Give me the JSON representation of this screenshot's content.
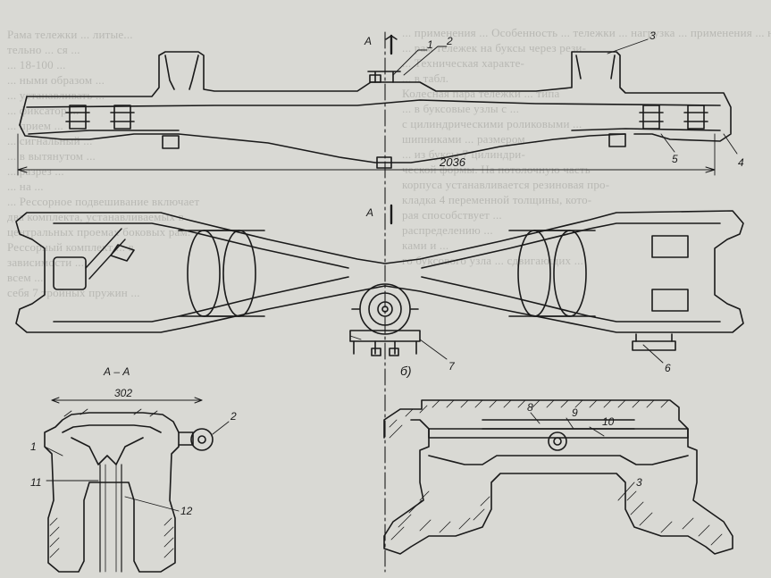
{
  "title": "",
  "labels": {
    "section_a_top": "А",
    "section_a_bottom": "А",
    "section_aa": "А – А",
    "dim_2036": "2036",
    "dim_302": "302",
    "view_b": "б)",
    "n1": "1",
    "n2": "2",
    "n3": "3",
    "n4": "4",
    "n5": "5",
    "n6": "6",
    "n7": "7",
    "n8": "8",
    "n9": "9",
    "n10": "10",
    "n11": "11",
    "n12": "12",
    "n1b": "1",
    "n2b": "2",
    "n3b": "3"
  },
  "background_text": {
    "left": "Рама тележки ... литые...\nтельно ... ся ...\n... 18-100 ...\n... ными образом ...\n... устанавливать ...\n... фиксатор ...\n... прием ... \n... сигнальный ...\n... в вытянутом ...\n... разрез ...\n... на ...\n... Рессорное подвешивание включает\nдва комплекта, устанавливаемых в\nцентральных проемах боковых рам.\nРессорный комплект ... в\nзависимости ... \nвсем ... \nсебя 7 тройных пружин ...",
    "right": "... применения ... Особенность ... тележки ... нагрузка ... применения ... нагрузки на ... подлинно ... через ... сквозной ... ...\n... рам тележек на буксы через рези-\n... Техническая характе-\n... в табл.\nКолесная пара тележки ... типа\n... в буксовые узлы с ...\nс цилиндрическими роликовыми ...\nшипниками ... размером ...\n... из буксы 7 цилиндри-\nческой формы. На потолочную часть\nкорпуса устанавливается резиновая про-\nкладка 4 переменной толщины, кото-\nрая способствует ...\nраспределению ...\nками и ... \nго буксового узла ... сдвигающих ..."
  }
}
